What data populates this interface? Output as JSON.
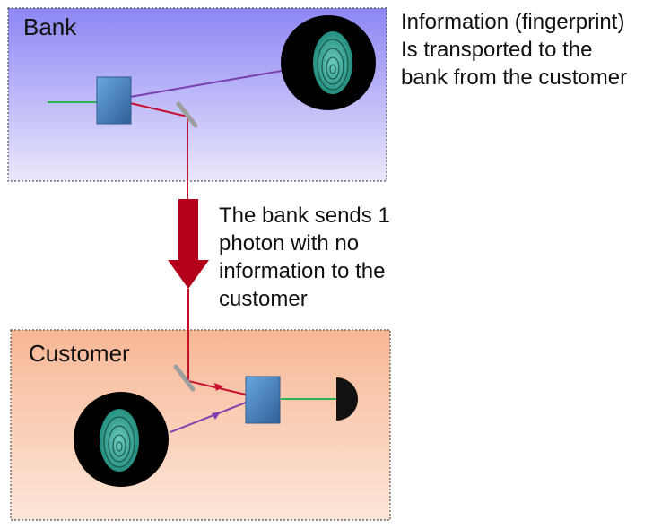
{
  "bank_box": {
    "label": "Bank"
  },
  "customer_box": {
    "label": "Customer"
  },
  "top_caption": {
    "lines": [
      "Information (fingerprint)",
      "Is transported to the",
      "bank from the customer"
    ]
  },
  "middle_caption": {
    "lines": [
      "The bank sends 1",
      "photon with no",
      "information to the",
      "customer"
    ]
  },
  "icons": {
    "bank_fingerprint": "fingerprint-icon",
    "customer_fingerprint": "fingerprint-icon",
    "bank_beam_splitter": "beam-splitter-icon",
    "customer_beam_splitter": "beam-splitter-icon",
    "bank_mirror": "mirror-icon",
    "customer_mirror": "mirror-icon",
    "detector": "detector-icon",
    "transfer_arrow": "arrow-down-icon"
  },
  "colors": {
    "bank_gradient_top": "#8c86f4",
    "bank_gradient_bottom": "#eae8fb",
    "customer_gradient_top": "#f7b795",
    "customer_gradient_bottom": "#fde6d9",
    "red_beam": "#c8102e",
    "purple_beam": "#7b3fb0",
    "green_beam": "#2bb24c",
    "arrow": "#b3001b",
    "beam_splitter": "#3f7fbf",
    "mirror": "#9e9e9e",
    "fingerprint": "#3fc7b0"
  }
}
